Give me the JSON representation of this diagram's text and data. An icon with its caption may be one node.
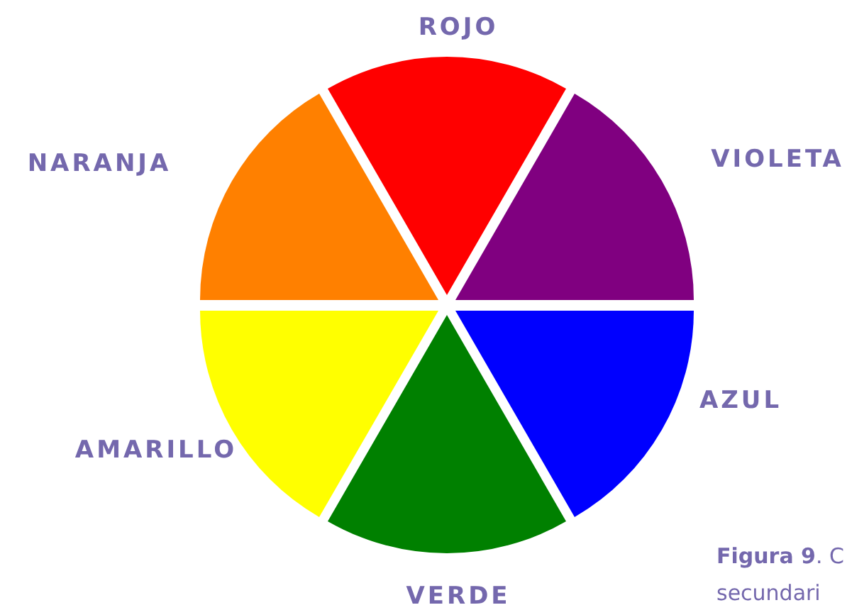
{
  "diagram": {
    "caption": "**Figura 9**. C secundari",
    "nodes": [
      {
        "text": [],
        "shape": "wedge",
        "beside": [
          "ROJO"
        ]
      },
      {
        "text": [],
        "shape": "wedge",
        "beside": [
          "NARANJA"
        ]
      },
      {
        "text": [],
        "shape": "wedge",
        "beside": [
          "VIOLETA"
        ]
      },
      {
        "text": [],
        "shape": "wedge",
        "beside": [
          "AZUL"
        ]
      },
      {
        "text": [],
        "shape": "wedge",
        "beside": [
          "AMARILLO"
        ]
      },
      {
        "text": [],
        "shape": "wedge",
        "beside": [
          "VERDE"
        ]
      }
    ]
  }
}
